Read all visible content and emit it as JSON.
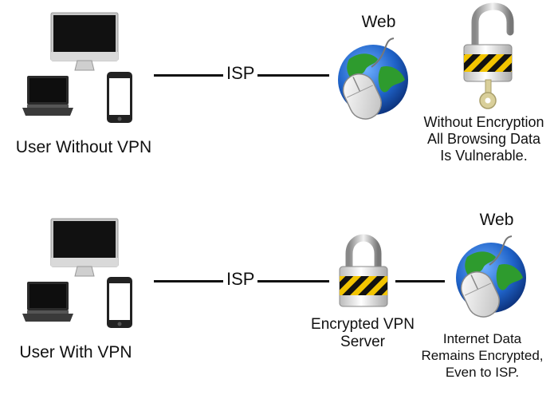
{
  "top": {
    "user_label": "User Without VPN",
    "isp_label": "ISP",
    "web_label": "Web",
    "warning_lines": [
      "Without Encryption",
      "All Browsing Data",
      "Is Vulnerable."
    ]
  },
  "bottom": {
    "user_label": "User With VPN",
    "isp_label": "ISP",
    "server_lines": [
      "Encrypted VPN",
      "Server"
    ],
    "web_label": "Web",
    "note_lines": [
      "Internet Data",
      "Remains Encrypted,",
      "Even to ISP."
    ]
  },
  "colors": {
    "ocean": "#1f63c9",
    "land": "#2e9b2e",
    "lock_body": "#e9e9e9",
    "hazard_yellow": "#f2c400",
    "hazard_black": "#111111",
    "key_gold": "#d9cf9a"
  },
  "icons": [
    "imac-icon",
    "laptop-icon",
    "smartphone-icon",
    "globe-icon",
    "mouse-icon",
    "open-padlock-icon",
    "closed-padlock-icon",
    "key-icon"
  ]
}
